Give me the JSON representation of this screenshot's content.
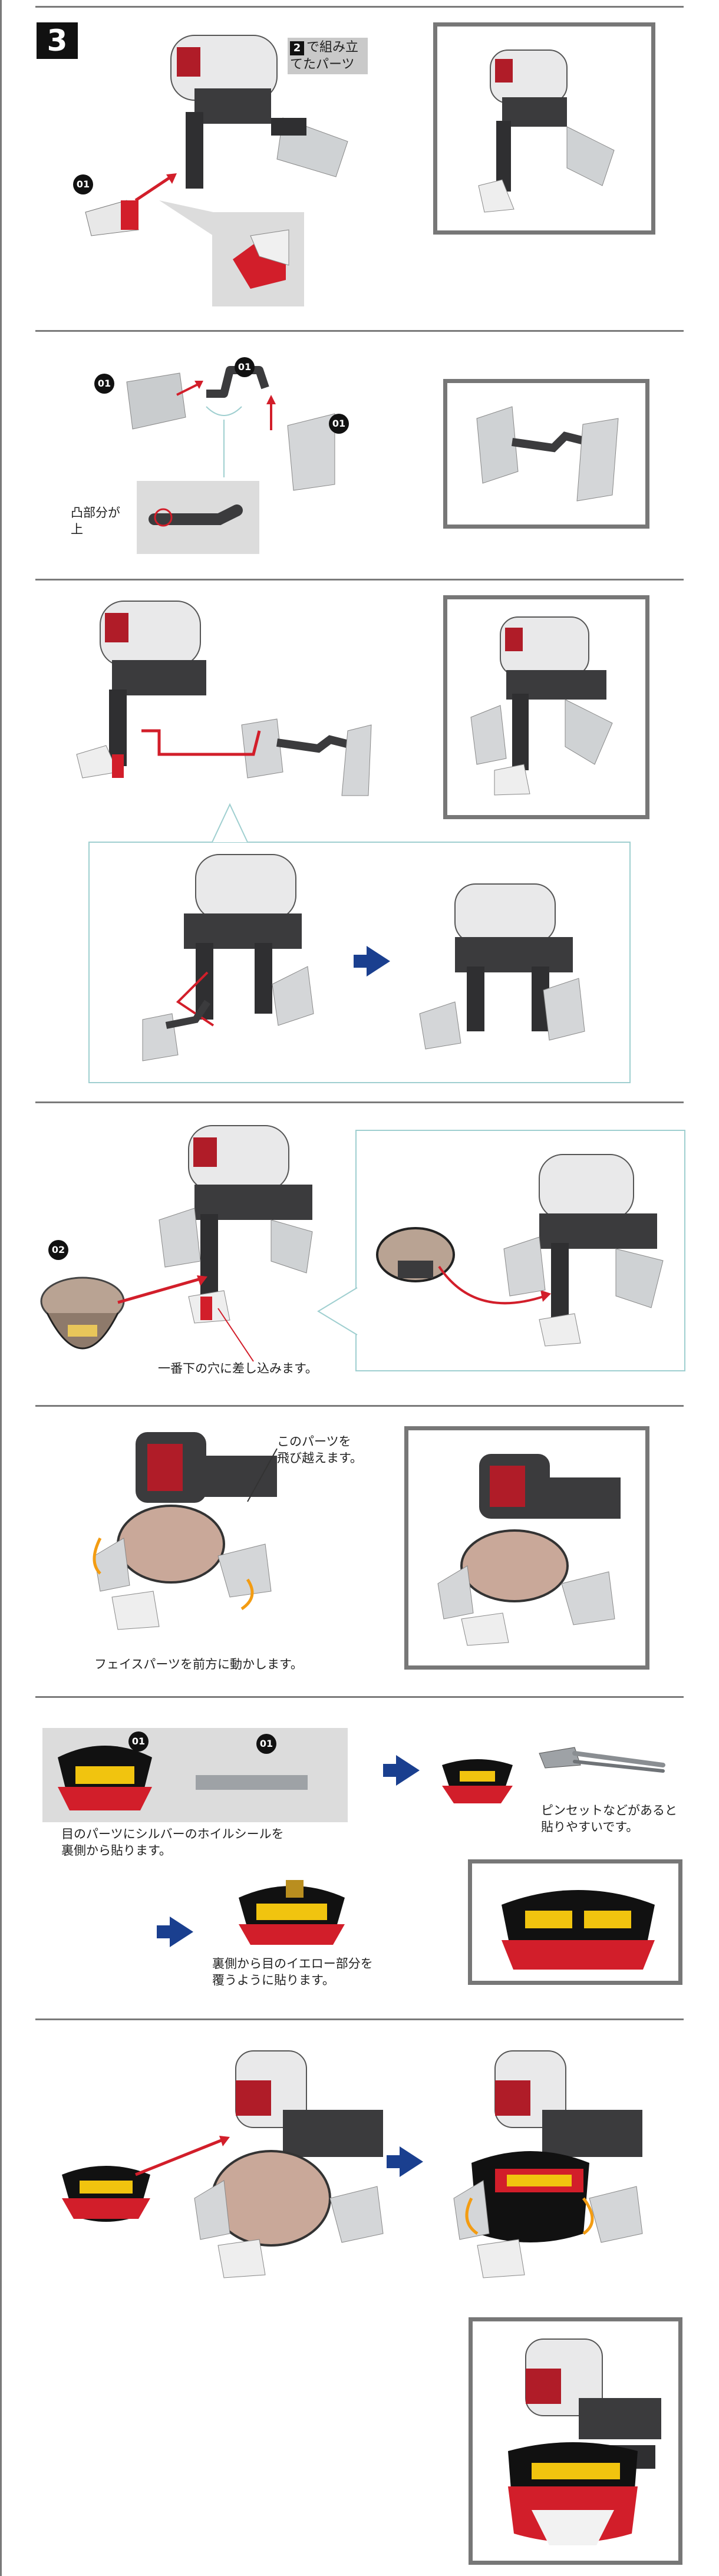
{
  "step": {
    "number": "3"
  },
  "labels": {
    "assembled_num": "2",
    "assembled_text": "で組み立てたパーツ",
    "part_01": "01",
    "part_02": "02",
    "convex_up": "凸部分が\n上",
    "insert_bottom_hole": "一番下の穴に差し込みます。",
    "jump_over": "このパーツを\n飛び越えます。",
    "move_face_forward": "フェイスパーツを前方に動かします。",
    "tweezers_note": "ピンセットなどがあると\n貼りやすいです。",
    "foil_seal_note": "目のパーツにシルバーのホイルシールを\n裏側から貼ります。",
    "yellow_cover_note": "裏側から目のイエロー部分を\n覆うように貼ります。"
  },
  "colors": {
    "robot_white": "#e9e9ea",
    "robot_dark": "#3b3b3d",
    "accent_red": "#d21e2a",
    "arrow_blue": "#1a3f8f",
    "eye_yellow": "#f1c40f",
    "frame_gray": "#777777",
    "panel_teal": "#9fcfd0"
  }
}
